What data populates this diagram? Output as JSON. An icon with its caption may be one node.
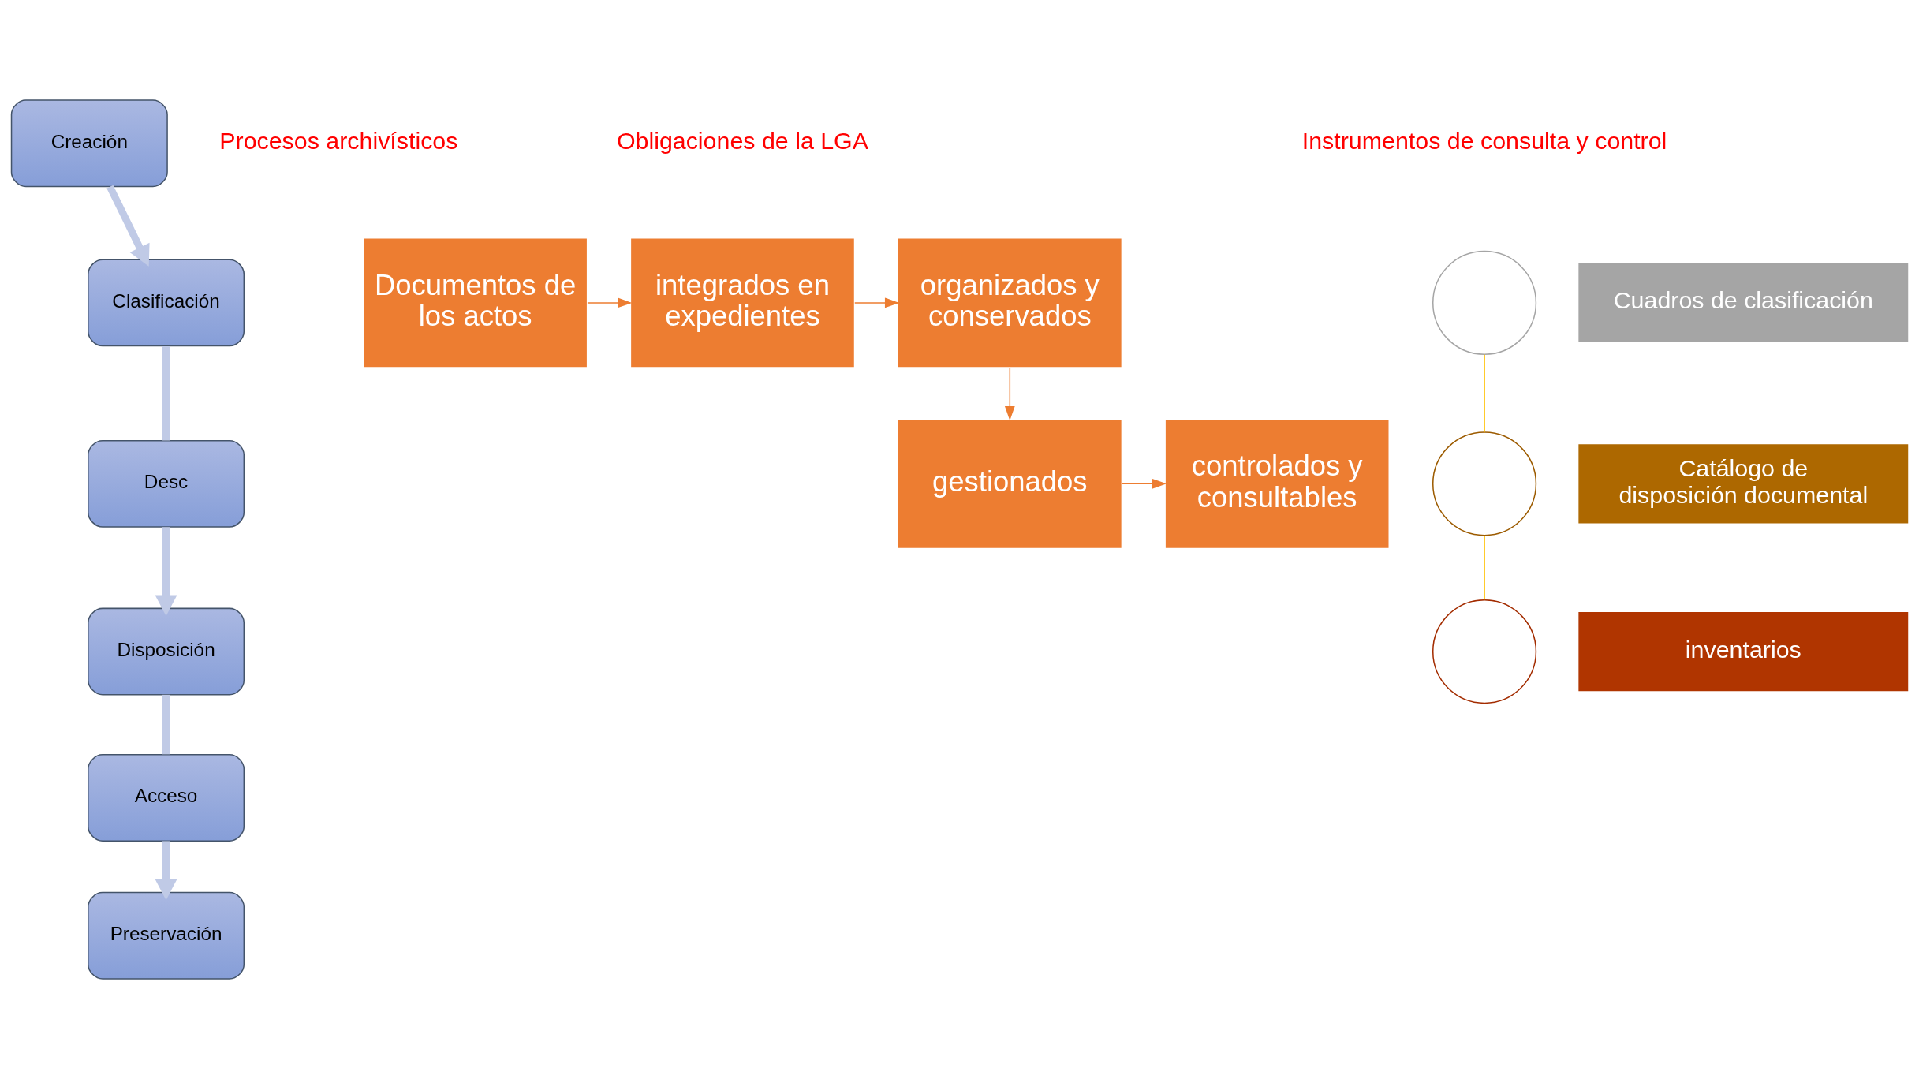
{
  "diagram": {
    "nodes": [
      {
        "text": [
          "Creación"
        ]
      },
      {
        "text": [
          "Clasificación"
        ]
      },
      {
        "text": [
          "Desc"
        ]
      },
      {
        "text": [
          "Disposición"
        ]
      },
      {
        "text": [
          "Acceso"
        ]
      },
      {
        "text": [
          "Preservación"
        ]
      },
      {
        "text": [
          "Documentos de los actos"
        ]
      },
      {
        "text": [
          "integrados en expedientes"
        ]
      },
      {
        "text": [
          "organizados y conservados"
        ]
      },
      {
        "text": [
          "gestionados"
        ]
      },
      {
        "text": [
          "controlados y consultables"
        ]
      },
      {
        "text": [],
        "shape": "circle"
      },
      {
        "text": [],
        "shape": "circle"
      },
      {
        "text": [],
        "shape": "circle"
      },
      {
        "text": [
          "Cuadros de clasificación"
        ]
      },
      {
        "text": [
          "Catálogo de disposición documental"
        ]
      },
      {
        "text": [
          "inventarios"
        ]
      }
    ],
    "edges": [
      {
        "from": 0,
        "to": 1,
        "arrow": "to",
        "style": "thick",
        "color": "#c0cae6"
      },
      {
        "from": 1,
        "to": 2,
        "arrow": "none",
        "style": "thick",
        "color": "#c0cae6"
      },
      {
        "from": 2,
        "to": 3,
        "arrow": "to",
        "style": "thick",
        "color": "#c0cae6"
      },
      {
        "from": 3,
        "to": 4,
        "arrow": "none",
        "style": "thick",
        "color": "#c0cae6"
      },
      {
        "from": 4,
        "to": 5,
        "arrow": "to",
        "style": "thick",
        "color": "#c0cae6"
      },
      {
        "from": 6,
        "to": 7,
        "arrow": "to",
        "color": "#ed7d31"
      },
      {
        "from": 7,
        "to": 8,
        "arrow": "to",
        "color": "#ed7d31"
      },
      {
        "from": 8,
        "to": 9,
        "arrow": "to",
        "color": "#ed7d31"
      },
      {
        "from": 9,
        "to": 10,
        "arrow": "to",
        "color": "#ed7d31"
      },
      {
        "from": 11,
        "to": 12,
        "arrow": "none",
        "color": "#ffc000"
      },
      {
        "from": 12,
        "to": 13,
        "arrow": "none",
        "color": "#ffc000"
      }
    ],
    "labels": [
      "Procesos archivísticos",
      "Obligaciones de la LGA",
      "Instrumentos de consulta y control"
    ]
  }
}
